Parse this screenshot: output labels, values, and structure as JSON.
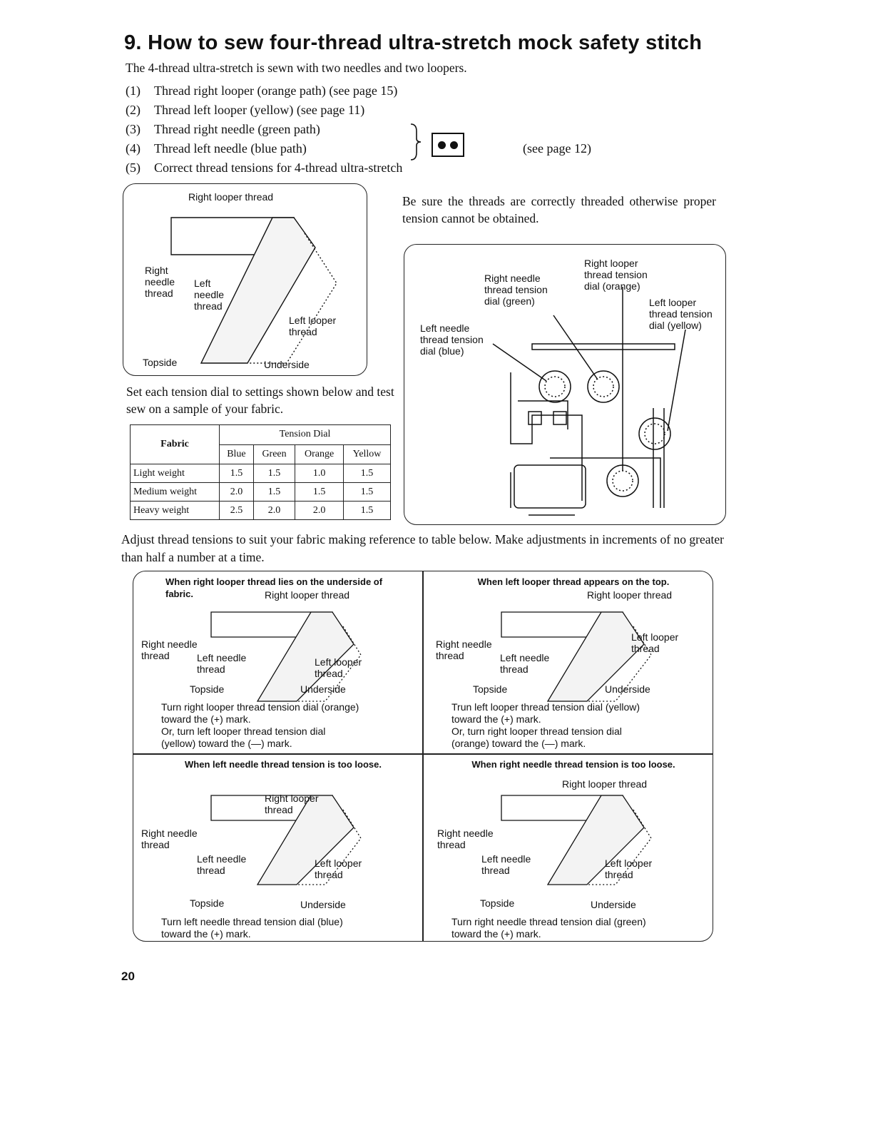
{
  "title": "9.  How to sew four-thread ultra-stretch mock safety stitch",
  "intro": "The 4-thread ultra-stretch is sewn with two needles and two loopers.",
  "steps": [
    {
      "num": "(1)",
      "text": "Thread right looper (orange path) (see page 15)"
    },
    {
      "num": "(2)",
      "text": "Thread left looper (yellow) (see page 11)"
    },
    {
      "num": "(3)",
      "text": "Thread right needle (green path)"
    },
    {
      "num": "(4)",
      "text": "Thread left needle (blue path)"
    },
    {
      "num": "(5)",
      "text": "Correct thread tensions for 4-thread ultra-stretch"
    }
  ],
  "see_page": "(see page 12)",
  "stitch_diagram": {
    "right_looper_thread": "Right looper thread",
    "right_needle_thread": "Right\nneedle\nthread",
    "left_needle_thread": "Left\nneedle\nthread",
    "left_looper_thread": "Left looper\nthread",
    "topside": "Topside",
    "underside": "Underside"
  },
  "caution": "Be sure the threads are correctly threaded otherwise proper tension cannot be obtained.",
  "dials_diagram": {
    "right_looper_dial": "Right looper\nthread tension\ndial (orange)",
    "right_needle_dial": "Right needle\nthread tension\ndial (green)",
    "left_looper_dial": "Left looper\nthread tension\ndial (yellow)",
    "left_needle_dial": "Left needle\nthread tension\ndial (blue)"
  },
  "set_dials_text": "Set each tension dial to settings shown below and test sew on a sample of your fabric.",
  "table": {
    "fabric_header": "Fabric",
    "tension_header": "Tension Dial",
    "columns": [
      "Blue",
      "Green",
      "Orange",
      "Yellow"
    ],
    "rows": [
      {
        "fabric": "Light weight",
        "values": [
          "1.5",
          "1.5",
          "1.0",
          "1.5"
        ]
      },
      {
        "fabric": "Medium weight",
        "values": [
          "2.0",
          "1.5",
          "1.5",
          "1.5"
        ]
      },
      {
        "fabric": "Heavy weight",
        "values": [
          "2.5",
          "2.0",
          "2.0",
          "1.5"
        ]
      }
    ]
  },
  "adjust_text": "Adjust thread tensions to suit your fabric making reference to table below. Make adjustments in increments of no greater than half a number at a time.",
  "panels": [
    {
      "header": "When right looper thread lies on the underside of fabric.",
      "right_looper": "Right looper thread",
      "right_needle": "Right needle\nthread",
      "left_needle": "Left needle\nthread",
      "left_looper": "Left looper\nthread",
      "topside": "Topside",
      "underside": "Underside",
      "instructions": [
        "Turn right looper thread tension dial (orange)",
        "toward the (+) mark.",
        "Or, turn left looper thread tension dial",
        "(yellow) toward the (—) mark."
      ]
    },
    {
      "header": "When left looper thread appears on the top.",
      "right_looper": "Right looper thread",
      "right_needle": "Right needle\nthread",
      "left_needle": "Left needle\nthread",
      "left_looper": "Left looper\nthread",
      "topside": "Topside",
      "underside": "Underside",
      "instructions": [
        "Trun left looper thread tension dial (yellow)",
        "toward the (+) mark.",
        "Or, turn right looper thread tension dial",
        "(orange) toward the (—) mark."
      ]
    },
    {
      "header": "When left needle thread tension is too loose.",
      "right_looper": "Right looper\nthread",
      "right_needle": "Right needle\nthread",
      "left_needle": "Left needle\nthread",
      "left_looper": "Left looper\nthread",
      "topside": "Topside",
      "underside": "Underside",
      "instructions": [
        "Turn left needle thread tension dial (blue)",
        "toward the (+) mark."
      ]
    },
    {
      "header": "When right needle thread tension is too loose.",
      "right_looper": "Right looper thread",
      "right_needle": "Right needle\nthread",
      "left_needle": "Left needle\nthread",
      "left_looper": "Left looper\nthread",
      "topside": "Topside",
      "underside": "Underside",
      "instructions": [
        "Turn right needle thread tension dial (green)",
        "toward the (+) mark."
      ]
    }
  ],
  "page_number": "20"
}
